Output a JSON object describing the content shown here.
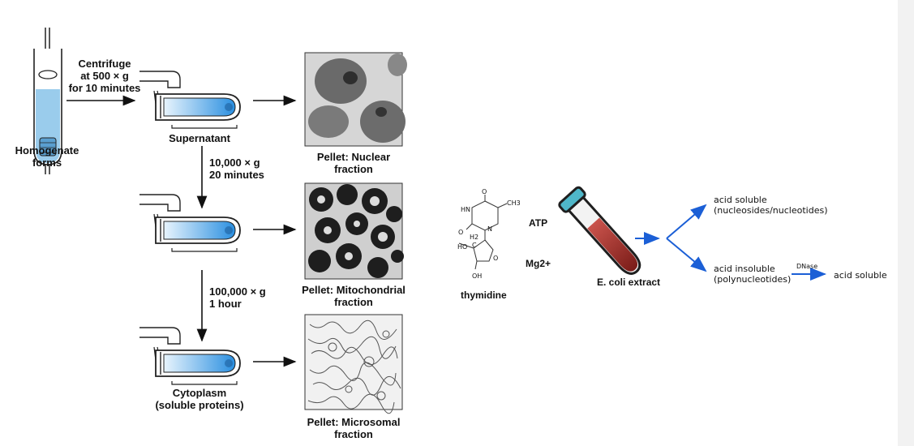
{
  "fractionation": {
    "centrifuge_step1": [
      "Centrifuge",
      "at 500 × g",
      "for 10 minutes"
    ],
    "homogenate": [
      "Homogenate",
      "forms"
    ],
    "supernatant": "Supernatant",
    "step2": [
      "10,000 × g",
      "20 minutes"
    ],
    "step3": [
      "100,000 × g",
      "1 hour"
    ],
    "cytoplasm": [
      "Cytoplasm",
      "(soluble proteins)"
    ],
    "pellet_nuclear": [
      "Pellet: Nuclear",
      "fraction"
    ],
    "pellet_mito": [
      "Pellet: Mitochondrial",
      "fraction"
    ],
    "pellet_micro": [
      "Pellet: Microsomal",
      "fraction"
    ]
  },
  "reaction": {
    "substrate": "thymidine",
    "cofactor1": "ATP",
    "cofactor2": "Mg2+",
    "extract": "E. coli extract",
    "product_soluble": [
      "acid soluble",
      "(nucleosides/nucleotides)"
    ],
    "product_insoluble": [
      "acid insoluble",
      "(polynucleotides)"
    ],
    "enzyme": "DNase",
    "final": "acid soluble",
    "structure_labels": {
      "o1": "O",
      "o2": "O",
      "hn": "HN",
      "n": "N",
      "ch3": "CH3",
      "ho": "HO",
      "h2": "H2",
      "c": "C",
      "o3": "O",
      "oh": "OH"
    }
  },
  "colors": {
    "arrow_blue": "#1b5fd6",
    "tube_blue": "#2a8fe0",
    "tube_red": "#9c2a24",
    "tube_cap": "#4fb7c9"
  }
}
